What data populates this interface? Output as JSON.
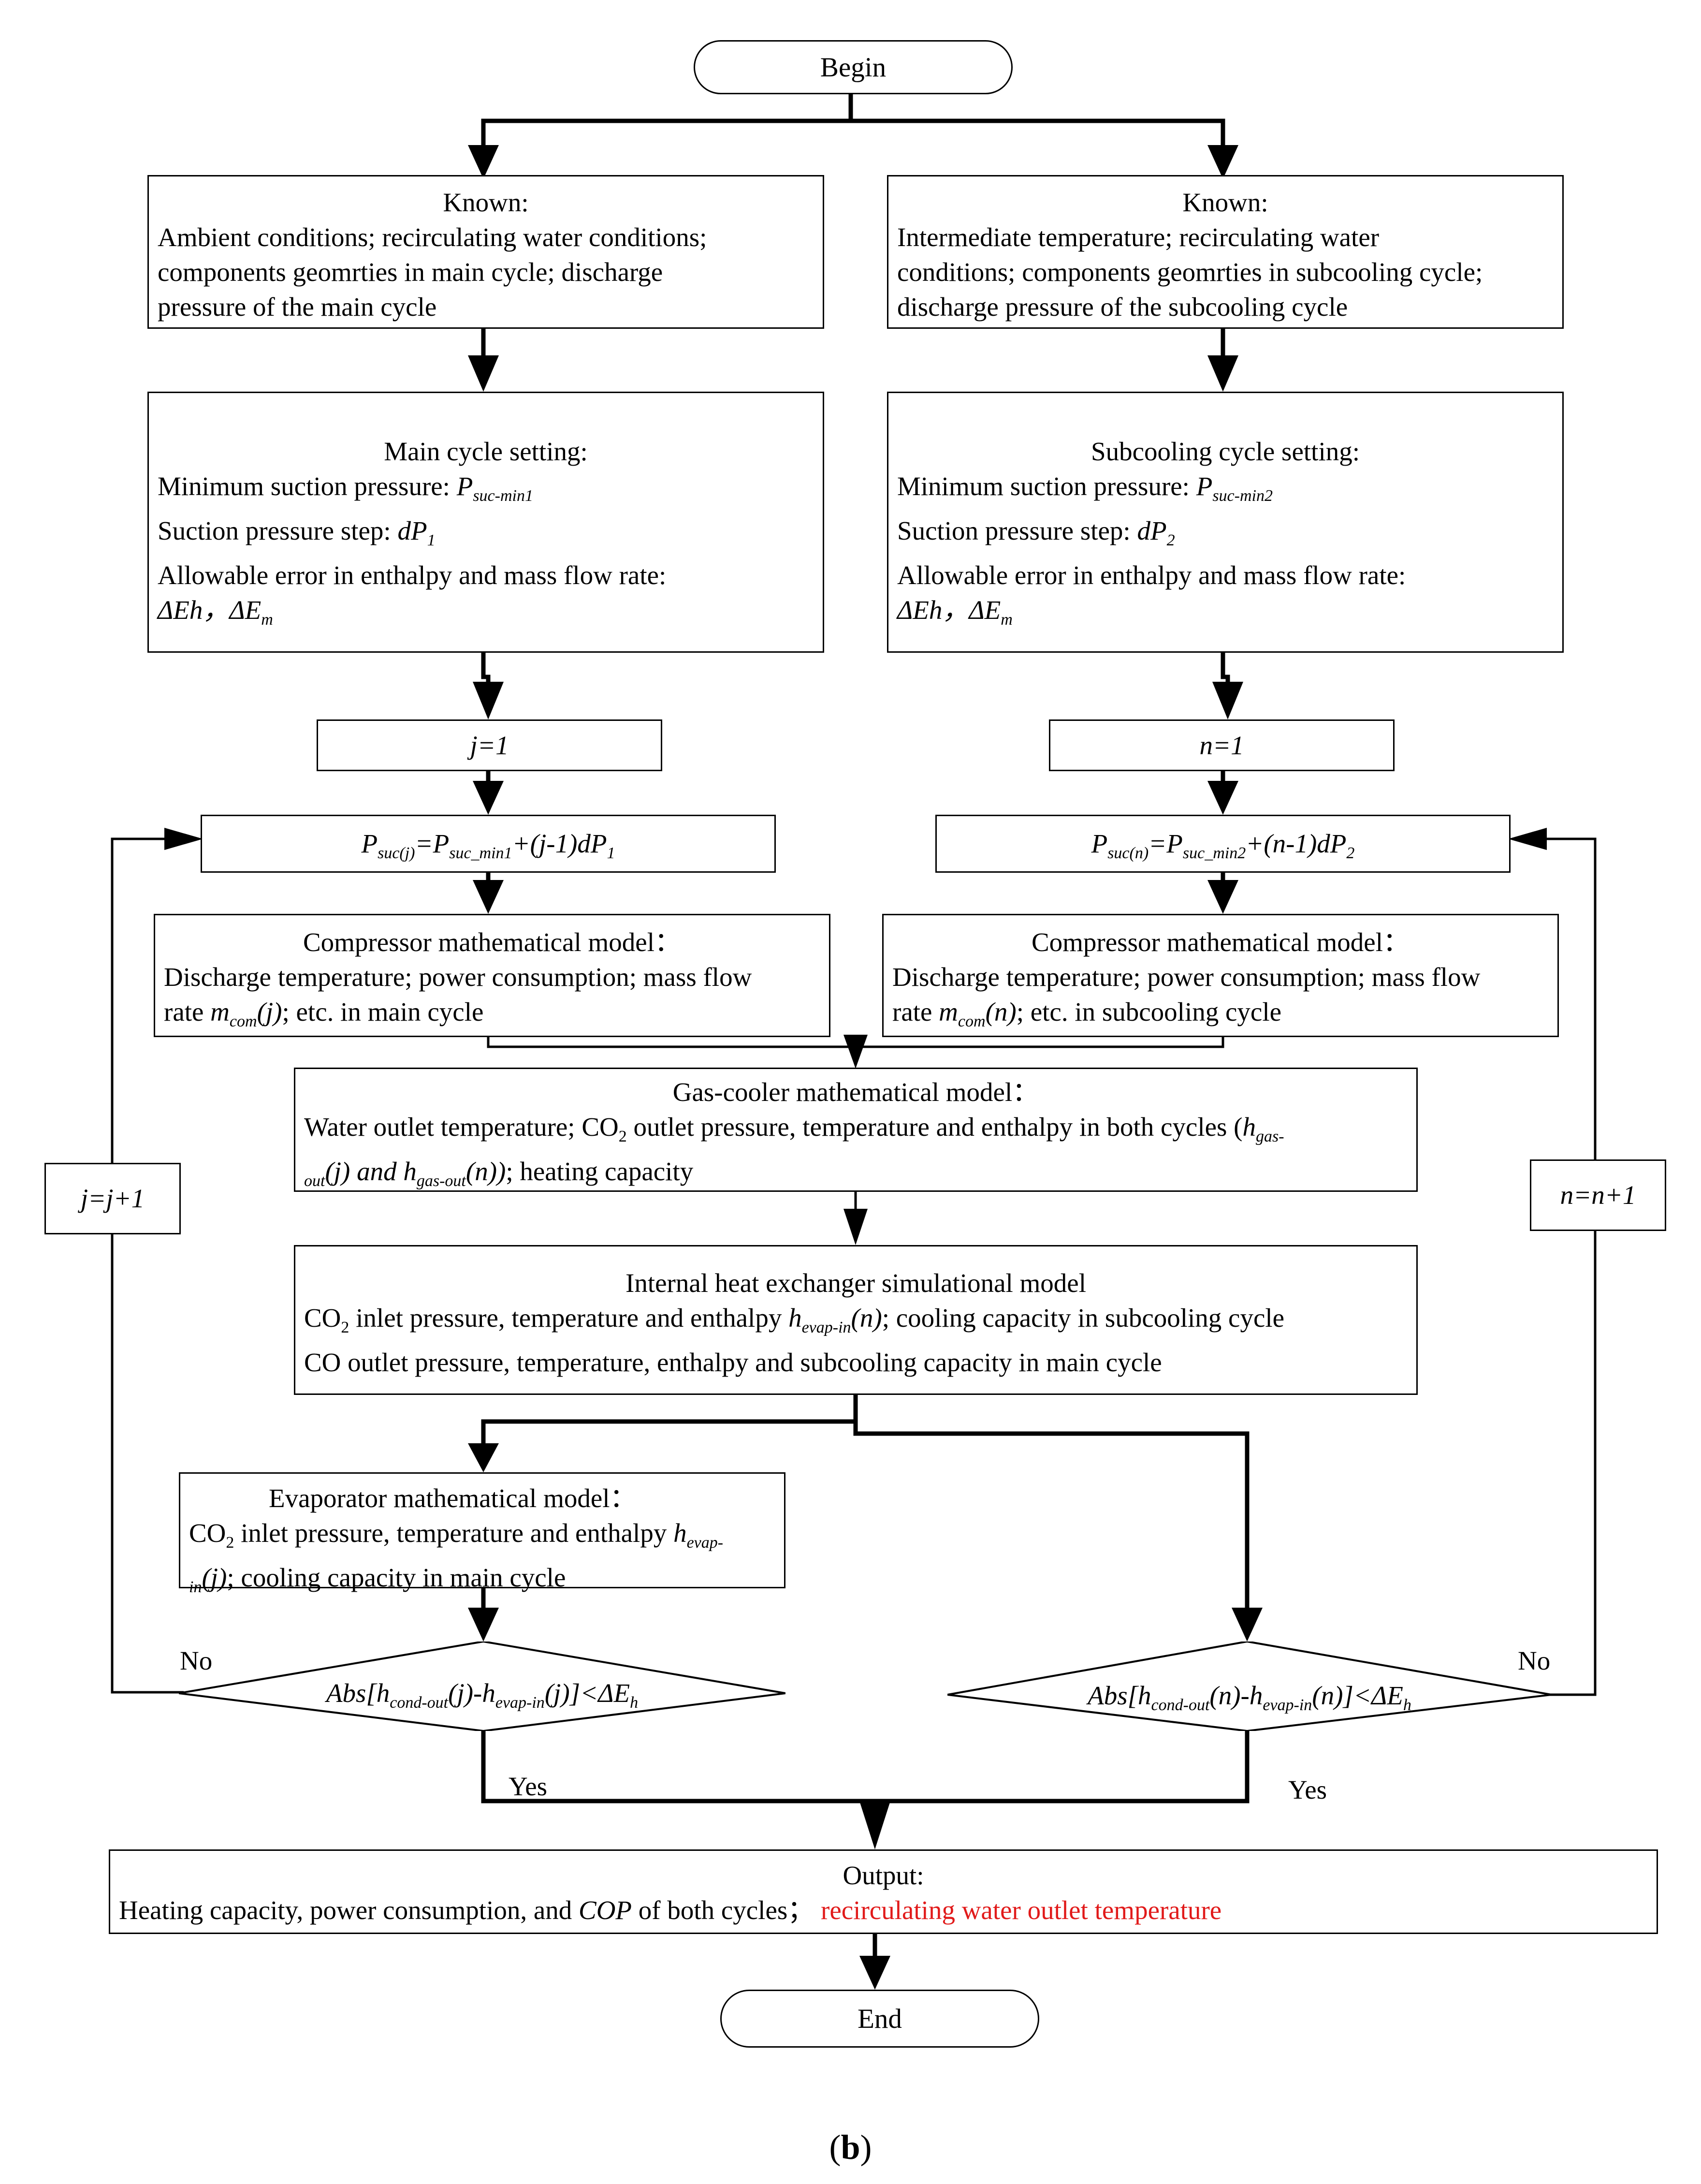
{
  "begin": "Begin",
  "end": "End",
  "left": {
    "known_title": "Known:",
    "known_lines": [
      "Ambient conditions; recirculating water conditions;",
      "components geomrties in  main cycle; discharge",
      "pressure of the main cycle"
    ],
    "setting_title": "Main cycle setting:",
    "setting_min_label": "Minimum suction pressure: ",
    "setting_min_var": "P",
    "setting_min_sub": "suc-min1",
    "setting_step_label": "Suction pressure step: ",
    "setting_step_var": "dP",
    "setting_step_sub": "1",
    "setting_err_line": "Allowable error in enthalpy and mass flow rate:",
    "setting_err_vars": "ΔEh，ΔE",
    "setting_err_sub": "m",
    "init": "j=1",
    "psuc": {
      "a": "P",
      "a_sub": "suc(j)",
      "b": "=P",
      "b_sub": "suc_min1",
      "c": "+(j-1)dP",
      "c_sub": "1"
    },
    "compressor_title": "Compressor mathematical model：",
    "compressor_line1": "Discharge temperature; power consumption; mass flow",
    "compressor_line2_a": "rate ",
    "compressor_line2_var": "m",
    "compressor_line2_sub": "com",
    "compressor_line2_b": "(j)",
    "compressor_line2_c": "; etc. in main cycle",
    "increment": "j=j+1",
    "no": "No",
    "yes": "Yes",
    "decision": {
      "a": "Abs[h",
      "a_sub": "cond-out",
      "b": "(j)-h",
      "b_sub": "evap-in",
      "c": "(j)]<ΔE",
      "c_sub": "h"
    }
  },
  "right": {
    "known_title": "Known:",
    "known_lines": [
      "Intermediate temperature; recirculating water",
      "conditions; components geomrties in subcooling cycle;",
      "discharge pressure of the subcooling cycle"
    ],
    "setting_title": "Subcooling cycle setting:",
    "setting_min_label": "Minimum suction pressure: ",
    "setting_min_var": "P",
    "setting_min_sub": "suc-min2",
    "setting_step_label": "Suction pressure step: ",
    "setting_step_var": "dP",
    "setting_step_sub": "2",
    "setting_err_line": "Allowable error in enthalpy and mass flow rate:",
    "setting_err_vars": "ΔEh，ΔE",
    "setting_err_sub": "m",
    "init": "n=1",
    "psuc": {
      "a": "P",
      "a_sub": "suc(n)",
      "b": "=P",
      "b_sub": "suc_min2",
      "c": "+(n-1)dP",
      "c_sub": "2"
    },
    "compressor_title": "Compressor mathematical model：",
    "compressor_line1": "Discharge temperature; power consumption; mass flow",
    "compressor_line2_a": "rate ",
    "compressor_line2_var": "m",
    "compressor_line2_sub": "com",
    "compressor_line2_b": "(n)",
    "compressor_line2_c": "; etc. in subcooling cycle",
    "increment": "n=n+1",
    "no": "No",
    "yes": "Yes",
    "decision": {
      "a": "Abs[h",
      "a_sub": "cond-out",
      "b": "(n)-h",
      "b_sub": "evap-in",
      "c": "(n)]<ΔE",
      "c_sub": "h"
    }
  },
  "gascooler": {
    "title": "Gas-cooler mathematical model：",
    "line1_a": "Water outlet temperature; CO",
    "line1_co2_sub": "2",
    "line1_b": " outlet pressure, temperature and enthalpy in both cycles (",
    "line1_h": "h",
    "line1_h_sub": "gas-",
    "line2_sub": "out",
    "line2_a": "(j) and h",
    "line2_sub2": "gas-out",
    "line2_b": "(n))",
    "line2_c": "; heating capacity"
  },
  "ihx": {
    "title": "Internal heat exchanger simulational model",
    "line1_a": "CO",
    "line1_sub": "2",
    "line1_b": " inlet pressure, temperature and enthalpy ",
    "line1_h": "h",
    "line1_h_sub": "evap-in",
    "line1_c": "(n)",
    "line1_d": "; cooling capacity in subcooling cycle",
    "line2": "CO outlet pressure, temperature, enthalpy and subcooling capacity in main cycle"
  },
  "evaporator": {
    "title": "Evaporator mathematical model：",
    "line1_a": "CO",
    "line1_sub": "2",
    "line1_b": " inlet pressure, temperature and enthalpy ",
    "line1_h": "h",
    "line1_h_sub": "evap-",
    "line2_sub": "in",
    "line2_a": "(j)",
    "line2_b": "; cooling capacity in main cycle"
  },
  "output": {
    "title": "Output:",
    "line_a": "Heating capacity, power consumption, and ",
    "line_cop": "COP",
    "line_b": " of both cycles；",
    "line_red": " recirculating water outlet temperature"
  },
  "figure_label_open": "(",
  "figure_label_letter": "b",
  "figure_label_close": ")",
  "colors": {
    "line": "#000000",
    "highlight": "#e11a1a"
  }
}
